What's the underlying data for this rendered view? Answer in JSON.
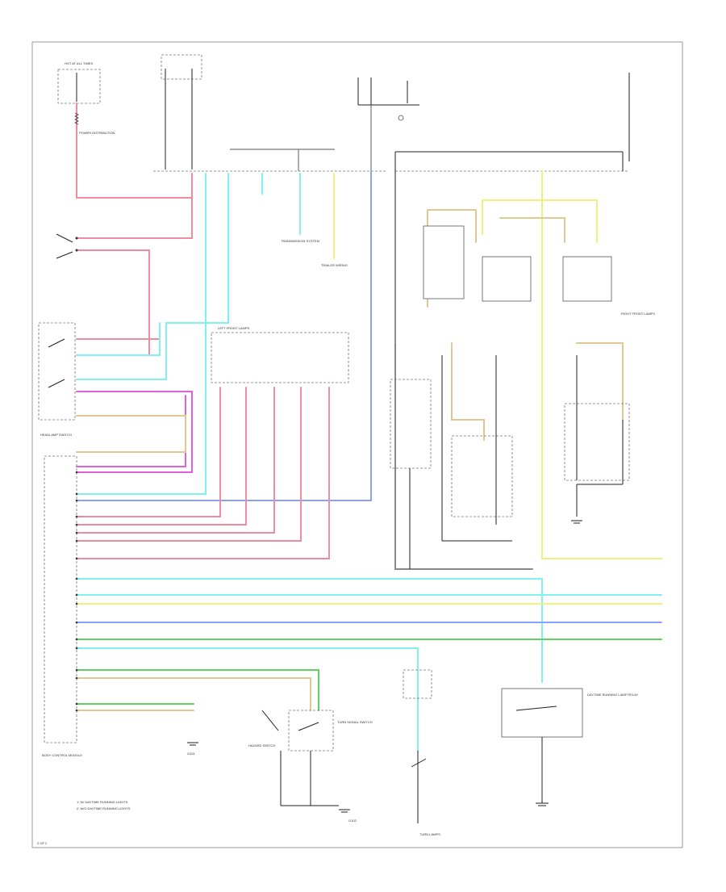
{
  "labels": {
    "hot_at_all_times": "HOT AT ALL TIMES",
    "power_distribution": "POWER DISTRIBUTION",
    "transmission_system": "TRANSMISSION SYSTEM",
    "trailer_wiring": "TRAILER WIRING",
    "bcm": "BODY CONTROL MODULE",
    "headlamp_switch": "HEADLAMP SWITCH",
    "left_front_lamps": "LEFT FRONT LAMPS",
    "right_front_lamps": "RIGHT FRONT LAMPS",
    "turn_signal_switch": "TURN SIGNAL SWITCH",
    "hazard_switch": "HAZARD SWITCH",
    "turn_lamps": "TURN LAMPS",
    "daytime_relay": "DAYTIME RUNNING LAMP RELAY",
    "ground_g101": "G101",
    "ground_g102": "G102",
    "footnote_1": "1: W/ DAYTIME RUNNING LIGHTS",
    "footnote_2": "2: W/O DAYTIME RUNNING LIGHTS",
    "page_id": "2 OF 2"
  },
  "colors": {
    "red": "#f08ca0",
    "pink": "#e060e0",
    "cyan": "#80f0f0",
    "blue": "#8aa0ff",
    "yellow": "#f0f080",
    "tan": "#e0c890",
    "green": "#60d060",
    "gray": "#888888"
  }
}
